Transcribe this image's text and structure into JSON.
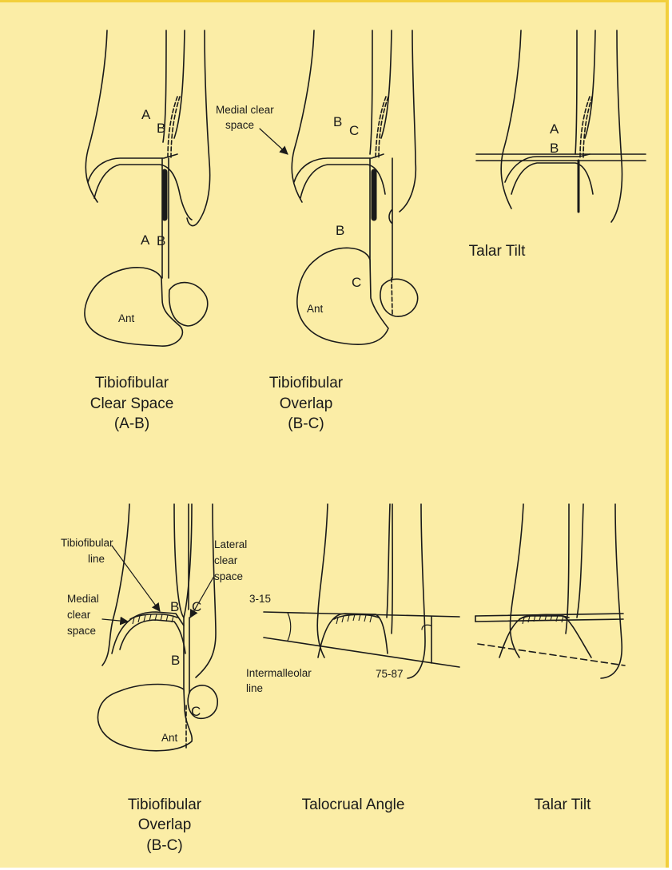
{
  "colors": {
    "background": "#fbeda6",
    "border": "#f2cf3c",
    "ink": "#1a1a1a"
  },
  "panel1": {
    "labels": {
      "a_top": "A",
      "b_top": "B",
      "a_bottom": "A",
      "b_bottom": "B",
      "ant": "Ant"
    },
    "caption": [
      "Tibiofibular",
      "Clear Space",
      "(A-B)"
    ]
  },
  "panel2": {
    "labels": {
      "medial_clear_space_1": "Medial clear",
      "medial_clear_space_2": "space",
      "b_top": "B",
      "c_top": "C",
      "b_bottom": "B",
      "c_bottom": "C",
      "ant": "Ant"
    },
    "caption": [
      "Tibiofibular",
      "Overlap",
      "(B-C)"
    ]
  },
  "panel3": {
    "labels": {
      "a": "A",
      "b": "B"
    },
    "caption": [
      "Talar Tilt"
    ]
  },
  "panel4": {
    "labels": {
      "tibiofibular_line_1": "Tibiofibular",
      "tibiofibular_line_2": "line",
      "lateral_clear_space_1": "Lateral",
      "lateral_clear_space_2": "clear",
      "lateral_clear_space_3": "space",
      "medial_clear_space_1": "Medial",
      "medial_clear_space_2": "clear",
      "medial_clear_space_3": "space",
      "b_top": "B",
      "c_top": "C",
      "b_bottom": "B",
      "c_bottom": "C",
      "ant": "Ant"
    },
    "caption": [
      "Tibiofibular",
      "Overlap",
      "(B-C)"
    ]
  },
  "panel5": {
    "labels": {
      "angle_upper": "3-15",
      "intermalleolar_1": "Intermalleolar",
      "intermalleolar_2": "line",
      "angle_lower": "75-87"
    },
    "caption": [
      "Talocrual Angle"
    ]
  },
  "panel6": {
    "caption": [
      "Talar Tilt"
    ]
  }
}
